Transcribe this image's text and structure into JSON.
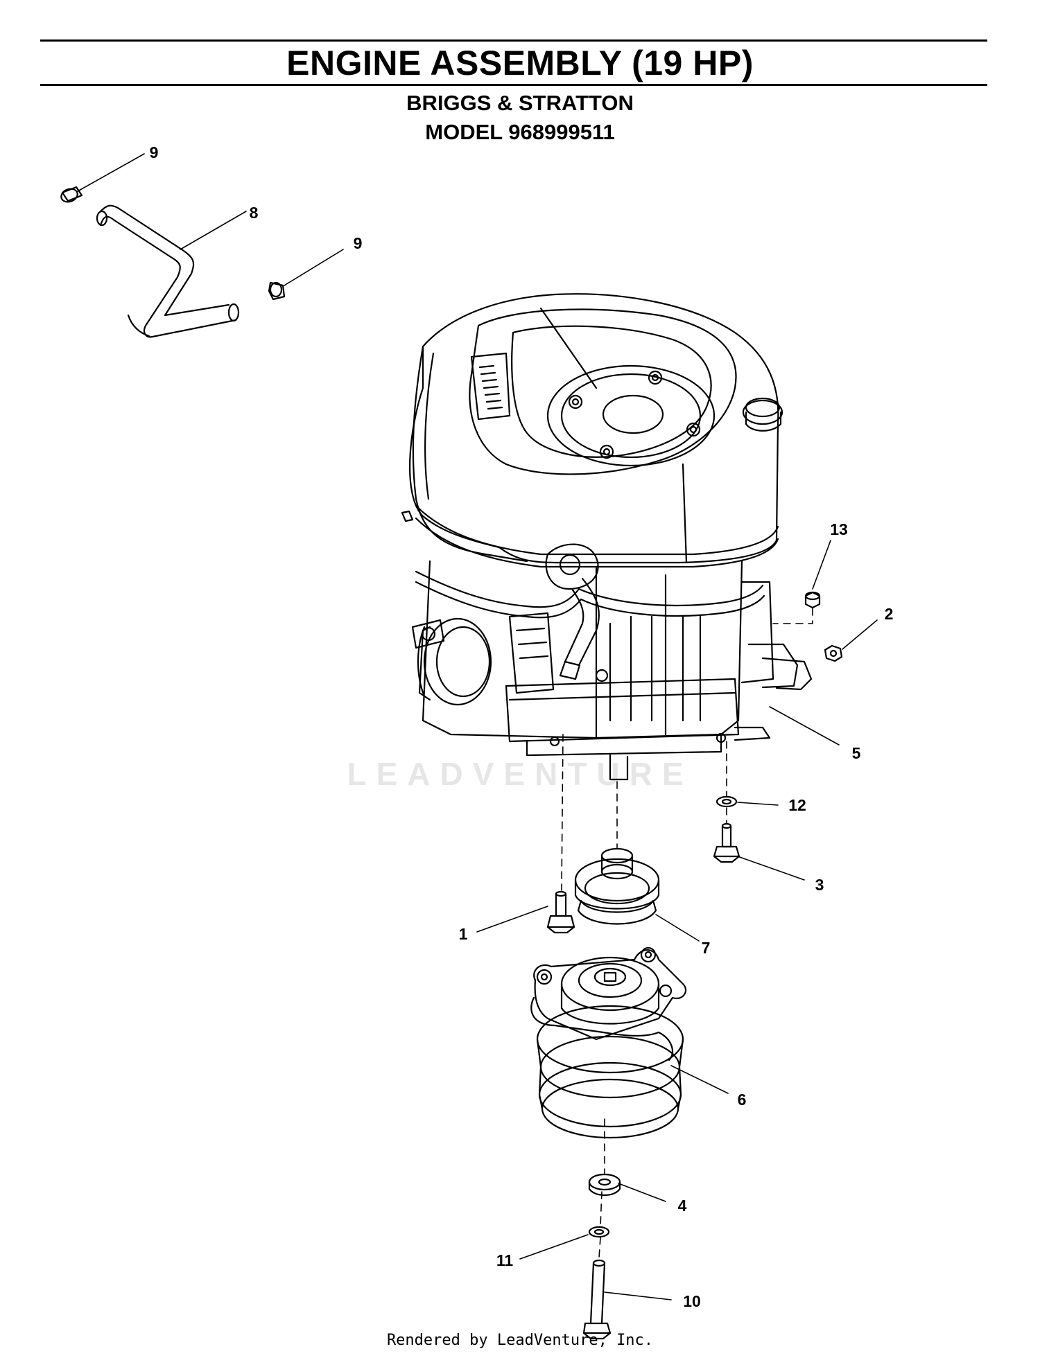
{
  "header": {
    "title": "ENGINE ASSEMBLY (19 HP)",
    "manufacturer": "BRIGGS & STRATTON",
    "model": "MODEL 968999511"
  },
  "watermark": "LEADVENTURE",
  "footer": "Rendered by LeadVenture, Inc.",
  "callouts": [
    "9",
    "8",
    "9",
    "13",
    "2",
    "5",
    "12",
    "3",
    "1",
    "7",
    "6",
    "4",
    "11",
    "10"
  ],
  "colors": {
    "ink": "#000000",
    "paper": "#ffffff",
    "watermark": "#e6e6e6"
  }
}
